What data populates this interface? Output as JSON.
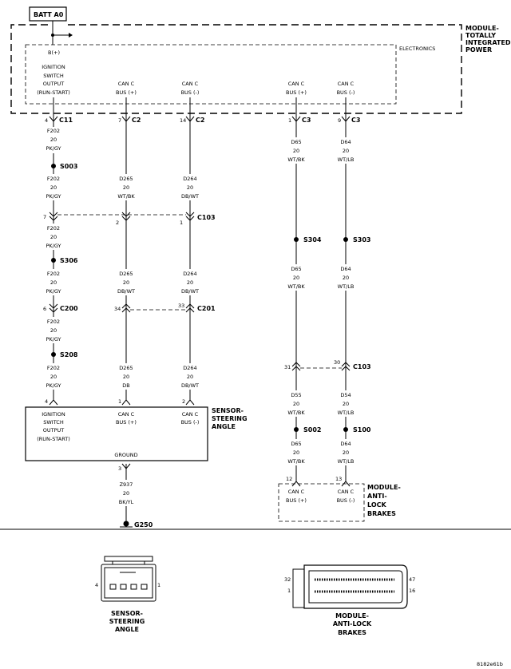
{
  "batt_label": "BATT A0",
  "module_top": {
    "name": [
      "MODULE-",
      "TOTALLY",
      "INTEGRATED",
      "POWER"
    ],
    "electronics": "ELECTRONICS",
    "bplus": "B(+)"
  },
  "tipm_pins": {
    "ign": [
      "IGNITION",
      "SWITCH",
      "OUTPUT",
      "(RUN-START)"
    ],
    "can_h": [
      "CAN C",
      "BUS (+)"
    ],
    "can_l": [
      "CAN C",
      "BUS (-)"
    ]
  },
  "top_connectors": [
    {
      "pin": "4",
      "name": "C11"
    },
    {
      "pin": "7",
      "name": "C2"
    },
    {
      "pin": "14",
      "name": "C2"
    },
    {
      "pin": "1",
      "name": "C3"
    },
    {
      "pin": "9",
      "name": "C3"
    }
  ],
  "wires": [
    [
      "F202",
      "20",
      "PK/GY"
    ],
    [
      "F202",
      "20",
      "PK/GY"
    ],
    [
      "D265",
      "20",
      "WT/BK"
    ],
    [
      "D264",
      "20",
      "DB/WT"
    ],
    [
      "D65",
      "20",
      "WT/BK"
    ],
    [
      "D64",
      "20",
      "WT/LB"
    ],
    [
      "F202",
      "20",
      "PK/GY"
    ],
    [
      "F202",
      "20",
      "PK/GY"
    ],
    [
      "D265",
      "20",
      "DB/WT"
    ],
    [
      "D264",
      "20",
      "DB/WT"
    ],
    [
      "D65",
      "20",
      "WT/BK"
    ],
    [
      "D64",
      "20",
      "WT/LB"
    ],
    [
      "F202",
      "20",
      "PK/GY"
    ],
    [
      "F202",
      "20",
      "PK/GY"
    ],
    [
      "D265",
      "20",
      "DB"
    ],
    [
      "D264",
      "20",
      "DB/WT"
    ],
    [
      "D55",
      "20",
      "WT/BK"
    ],
    [
      "D54",
      "20",
      "WT/LB"
    ],
    [
      "D65",
      "20",
      "WT/BK"
    ],
    [
      "D64",
      "20",
      "WT/LB"
    ],
    [
      "Z937",
      "20",
      "BK/YL"
    ]
  ],
  "splices": [
    "S003",
    "S306",
    "S208",
    "S304",
    "S303",
    "S002",
    "S100"
  ],
  "inline_connectors": [
    {
      "name": "C103",
      "pins": [
        "7",
        "2",
        "1"
      ]
    },
    {
      "name": "C200",
      "pins": [
        "6"
      ]
    },
    {
      "name": "C201",
      "pins": [
        "34",
        "33"
      ]
    },
    {
      "name": "C103",
      "pins": [
        "31",
        "30"
      ]
    }
  ],
  "sensor": {
    "name": [
      "SENSOR-",
      "STEERING",
      "ANGLE"
    ],
    "pins": [
      "4",
      "1",
      "2",
      "3"
    ],
    "ign": [
      "IGNITION",
      "SWITCH",
      "OUTPUT",
      "(RUN-START)"
    ],
    "can_h": [
      "CAN C",
      "BUS (+)"
    ],
    "can_l": [
      "CAN C",
      "BUS (-)"
    ],
    "ground": "GROUND"
  },
  "abs": {
    "name": [
      "MODULE-",
      "ANTI-",
      "LOCK",
      "BRAKES"
    ],
    "pins": [
      "12",
      "13"
    ],
    "can_h": [
      "CAN C",
      "BUS (+)"
    ],
    "can_l": [
      "CAN C",
      "BUS (-)"
    ]
  },
  "ground_label": "G250",
  "connector_views": {
    "sensor": {
      "name": [
        "SENSOR-",
        "STEERING",
        "ANGLE"
      ],
      "pins": [
        "4",
        "1"
      ]
    },
    "abs": {
      "name": [
        "MODULE-",
        "ANTI-LOCK",
        "BRAKES"
      ],
      "pins": [
        "32",
        "1",
        "47",
        "16"
      ]
    }
  },
  "figure_code": "8182e61b"
}
